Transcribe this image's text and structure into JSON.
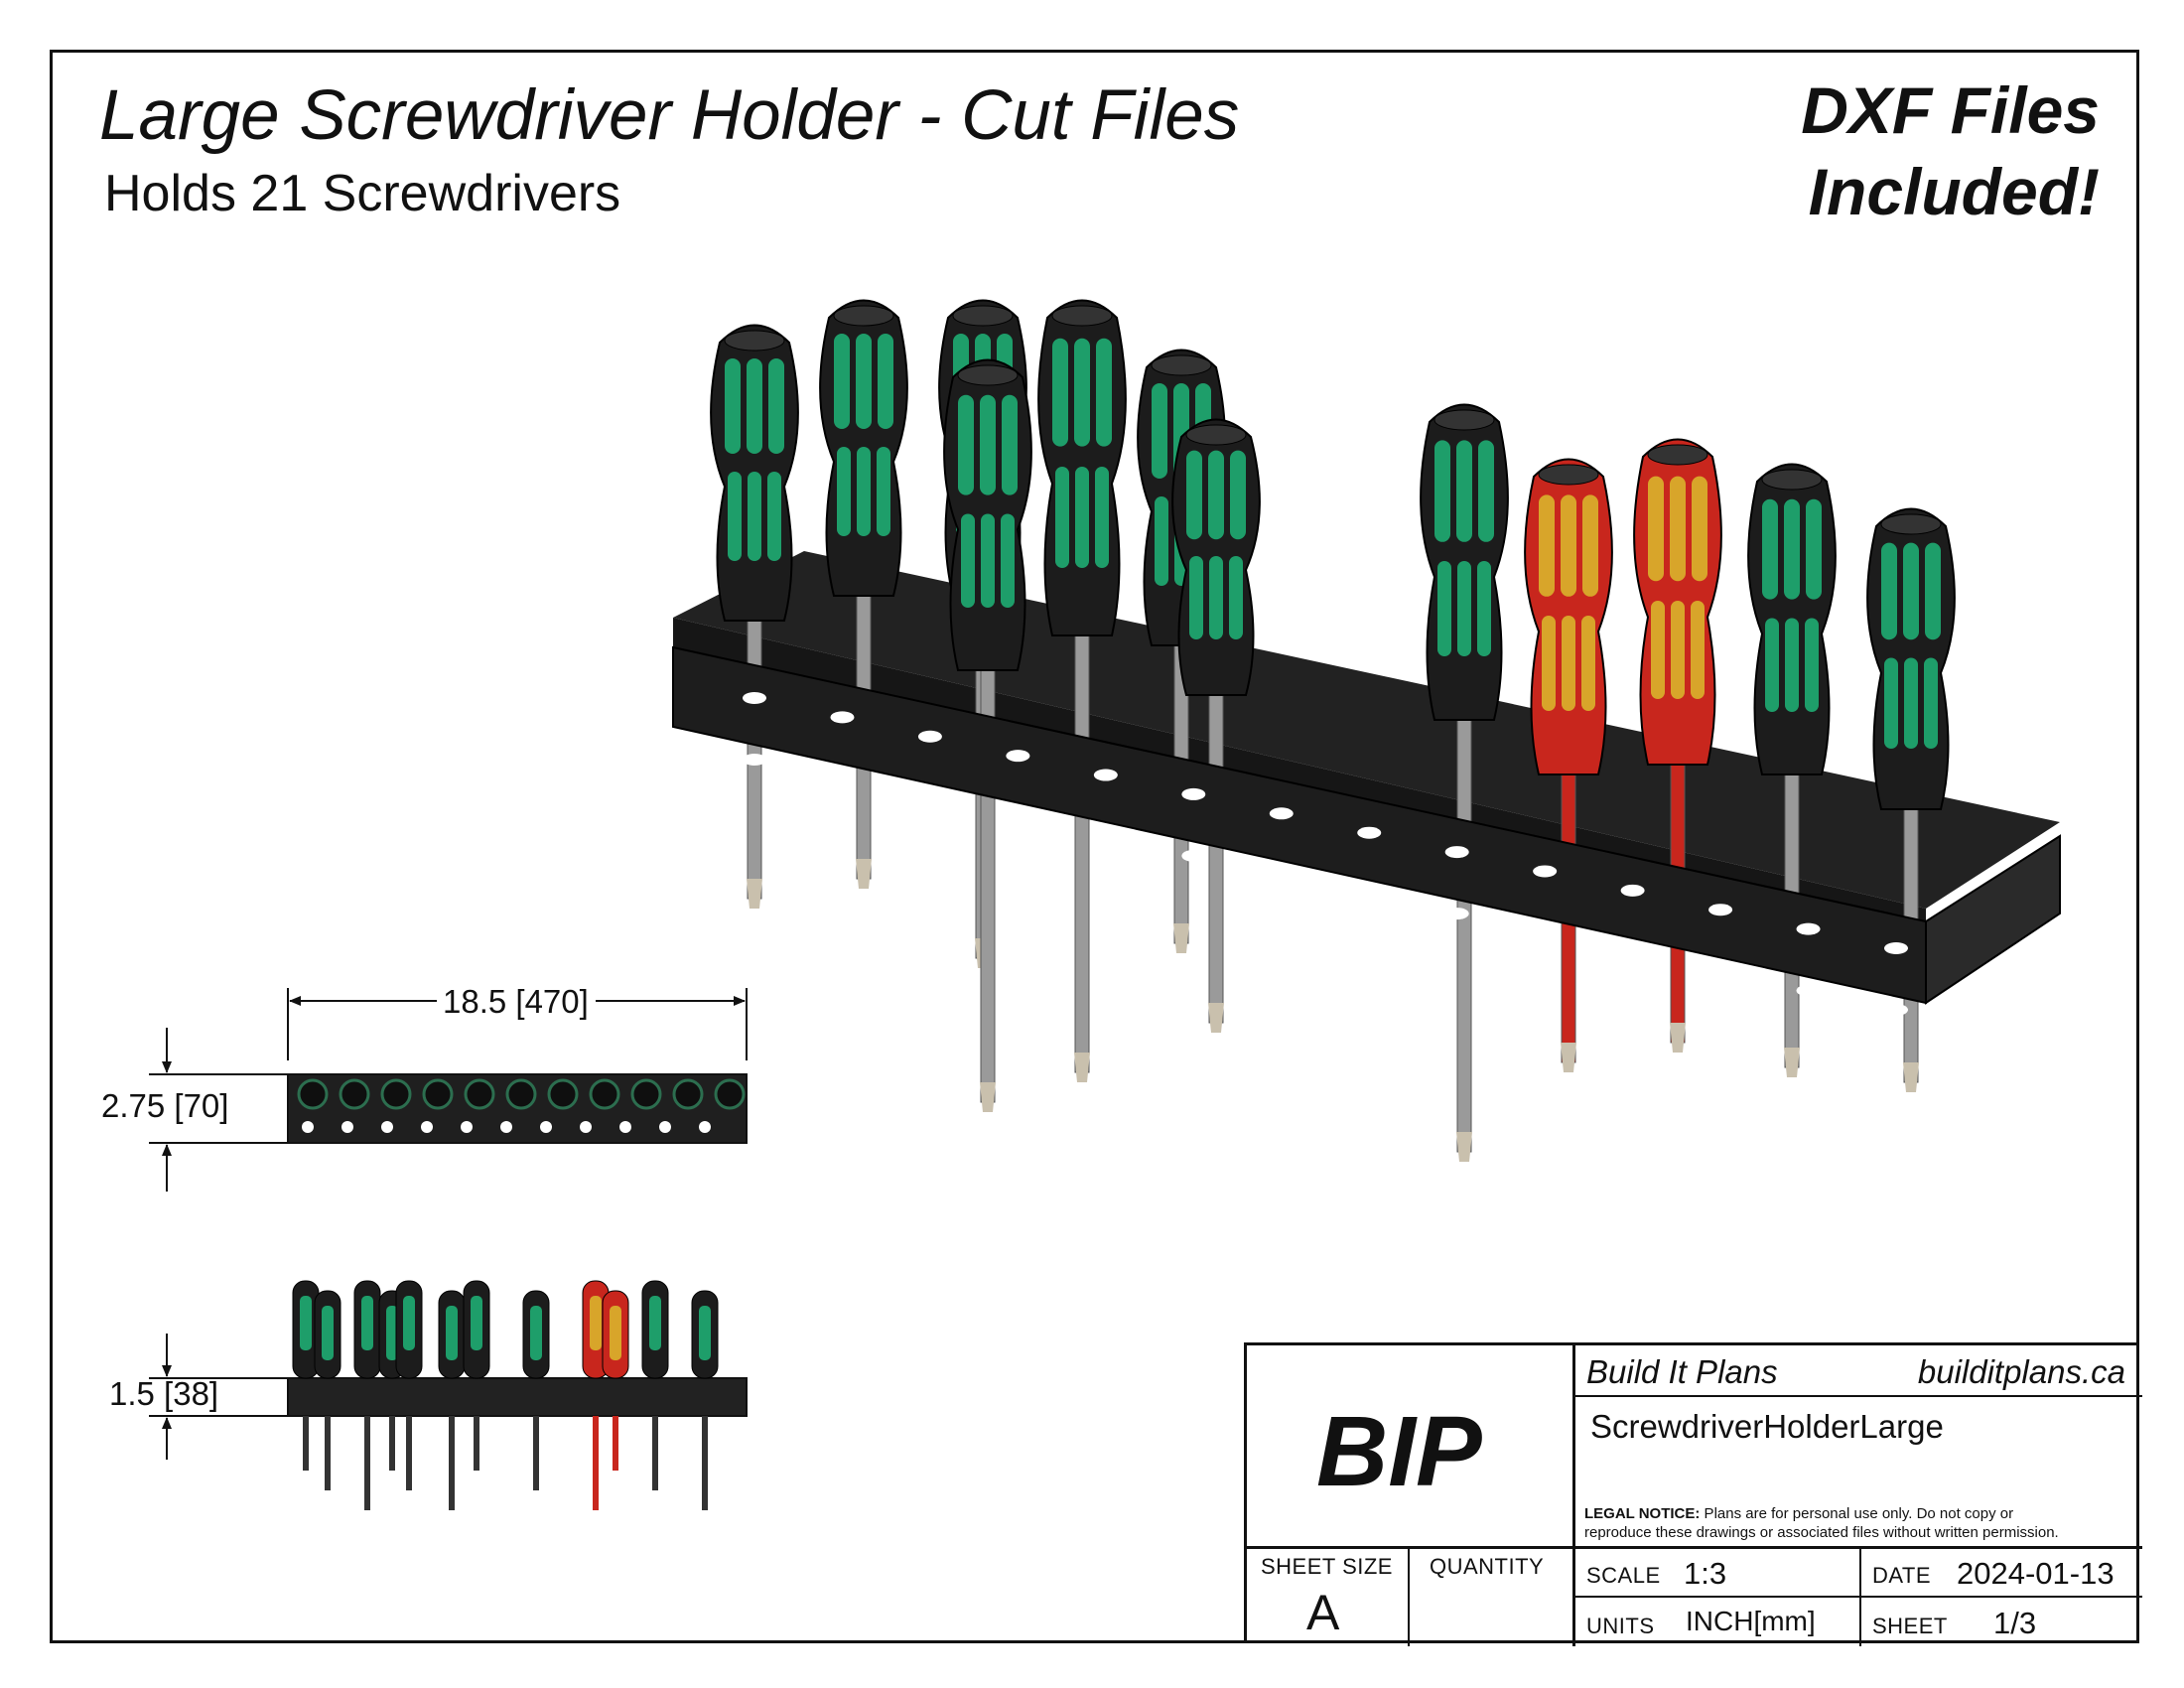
{
  "header": {
    "title": "Large Screwdriver Holder - Cut Files",
    "subtitle": "Holds 21 Screwdrivers",
    "badge_line1": "DXF Files",
    "badge_line2": "Included!"
  },
  "dimensions": {
    "width": "18.5 [470]",
    "height": "2.75 [70]",
    "depth": "1.5 [38]"
  },
  "colors": {
    "holder": "#222222",
    "handle_dark": "#1c1c1c",
    "grip_green": "#1e9e6a",
    "handle_red": "#c8261d",
    "grip_yellow": "#d8a52a",
    "shaft": "#9a9a9a"
  },
  "title_block": {
    "logo": "BIP",
    "company": "Build It Plans",
    "website": "builditplans.ca",
    "drawing_name": "ScrewdriverHolderLarge",
    "legal_label": "LEGAL NOTICE:",
    "legal_text_1": " Plans are for personal use only. Do not copy or",
    "legal_text_2": "reproduce these drawings or associated files without written permission.",
    "sheet_size_label": "SHEET SIZE",
    "sheet_size": "A",
    "quantity_label": "QUANTITY",
    "quantity": "",
    "scale_label": "SCALE",
    "scale": "1:3",
    "date_label": "DATE",
    "date": "2024-01-13",
    "units_label": "UNITS",
    "units": "INCH[mm]",
    "sheet_label": "SHEET",
    "sheet": "1/3"
  }
}
